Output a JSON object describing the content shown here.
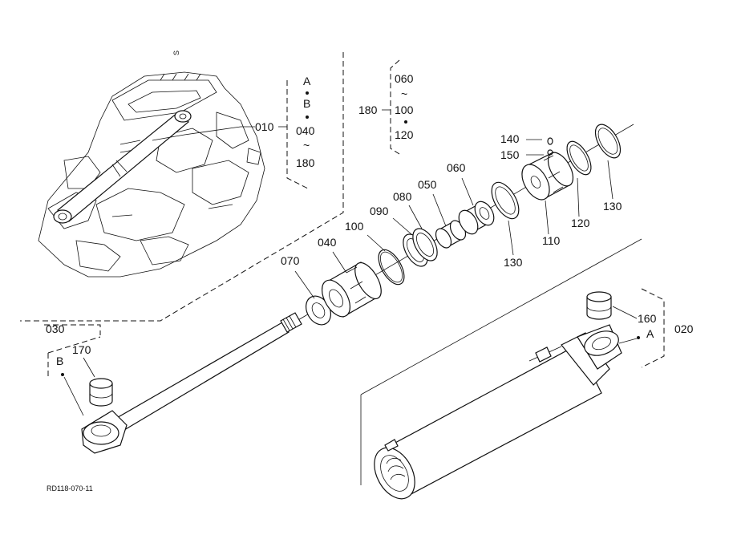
{
  "labels": {
    "p010": "010",
    "p020": "020",
    "p030": "030",
    "p040": "040",
    "p050": "050",
    "p060": "060",
    "p070": "070",
    "p080": "080",
    "p090": "090",
    "p100": "100",
    "p110": "110",
    "p120": "120",
    "p130a": "130",
    "p130b": "130",
    "p140": "140",
    "p150": "150",
    "p160": "160",
    "p170": "170"
  },
  "group010": {
    "line1": "A",
    "line2": "B",
    "line3": "040",
    "tilde": "~",
    "line4": "180"
  },
  "group180": {
    "head": "180",
    "line1": "060",
    "tilde": "~",
    "line2": "100",
    "line3": "120"
  },
  "refA": "A",
  "refB": "B",
  "corner_mark": "S",
  "footer": "RD118-070-11"
}
